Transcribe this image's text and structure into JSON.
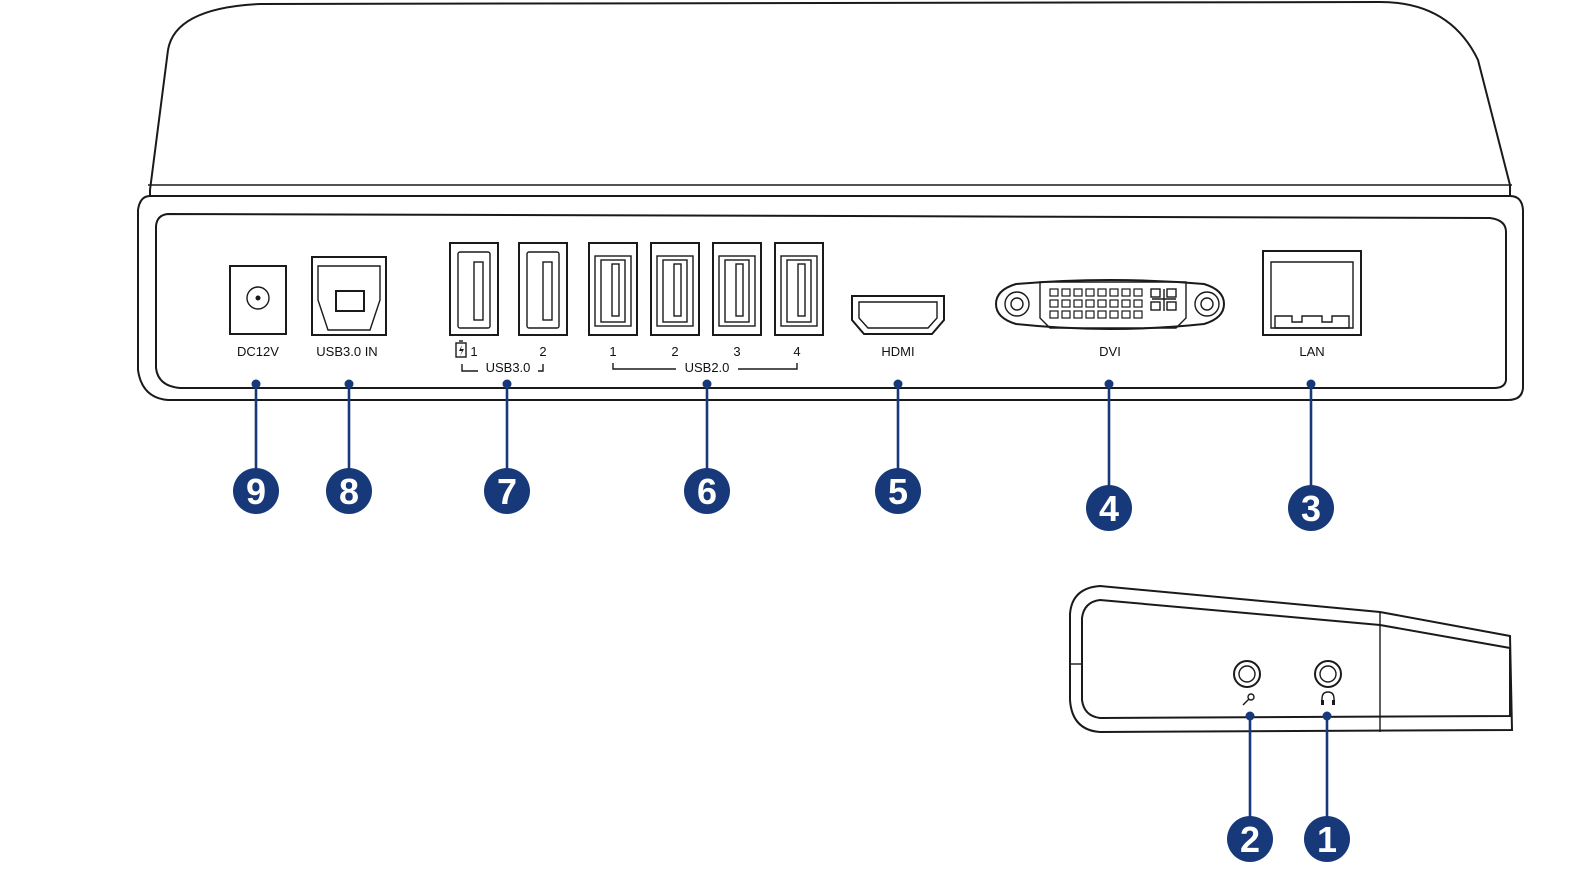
{
  "colors": {
    "callout": "#17397a",
    "line": "#1a1a1a"
  },
  "rear_panel": {
    "ports": {
      "dc": "DC12V",
      "usb_in": "USB3.0 IN",
      "usb3_1": "1",
      "usb3_2": "2",
      "usb3_group": "USB3.0",
      "usb2_1": "1",
      "usb2_2": "2",
      "usb2_3": "3",
      "usb2_4": "4",
      "usb2_group": "USB2.0",
      "hdmi": "HDMI",
      "dvi": "DVI",
      "lan": "LAN"
    }
  },
  "side_panel": {
    "mic_icon": "microphone-icon",
    "headphone_icon": "headphone-icon"
  },
  "callouts": {
    "n1": "1",
    "n2": "2",
    "n3": "3",
    "n4": "4",
    "n5": "5",
    "n6": "6",
    "n7": "7",
    "n8": "8",
    "n9": "9"
  }
}
